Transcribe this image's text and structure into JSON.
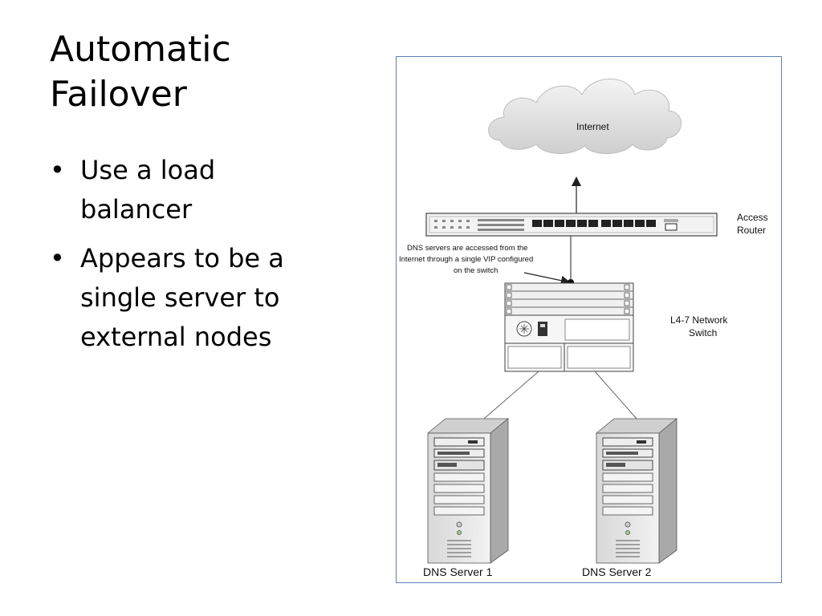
{
  "slide": {
    "title_lines": [
      "Automatic",
      "Failover"
    ],
    "bullets": [
      [
        "Use a load",
        "balancer"
      ],
      [
        "Appears to be a",
        "single server to",
        "external nodes"
      ]
    ]
  },
  "diagram": {
    "internet_label": "Internet",
    "router_label": [
      "Access",
      "Router"
    ],
    "note_lines": [
      "DNS servers are accessed from the",
      "Internet through a single VIP configured",
      "on the switch"
    ],
    "switch_label": [
      "L4-7 Network",
      "Switch"
    ],
    "server1_label": "DNS Server 1",
    "server2_label": "DNS Server 2"
  },
  "colors": {
    "frame_border": "#5b7fb8",
    "cloud_fill": "#e6e6e6",
    "device_fill": "#efefef",
    "line": "#444444"
  }
}
